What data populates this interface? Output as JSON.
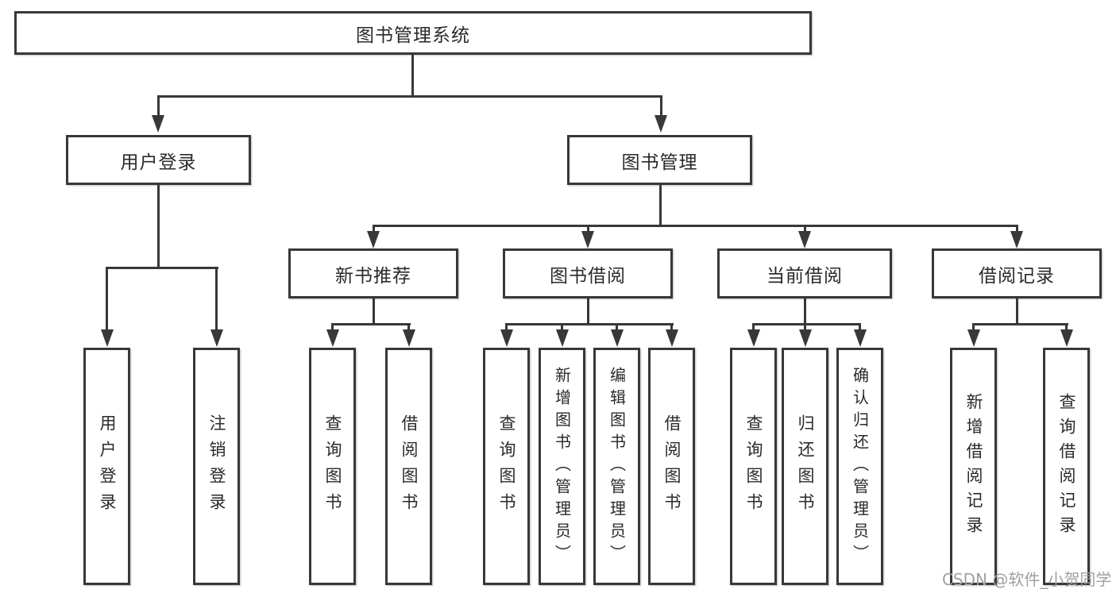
{
  "tree": {
    "root": {
      "label": "图书管理系统"
    },
    "level1": [
      {
        "label": "用户登录"
      },
      {
        "label": "图书管理"
      }
    ],
    "level2": [
      {
        "label": "新书推荐"
      },
      {
        "label": "图书借阅"
      },
      {
        "label": "当前借阅"
      },
      {
        "label": "借阅记录"
      }
    ],
    "leaves": {
      "user_login": [
        {
          "label": "用户登录"
        },
        {
          "label": "注销登录"
        }
      ],
      "new_book_recommend": [
        {
          "label": "查询图书"
        },
        {
          "label": "借阅图书"
        }
      ],
      "book_borrowing": [
        {
          "label": "查询图书"
        },
        {
          "label": "新增图书（管理员）"
        },
        {
          "label": "编辑图书（管理员）"
        },
        {
          "label": "借阅图书"
        }
      ],
      "current_borrowing": [
        {
          "label": "查询图书"
        },
        {
          "label": "归还图书"
        },
        {
          "label": "确认归还（管理员）"
        }
      ],
      "borrowing_records": [
        {
          "label": "新增借阅记录"
        },
        {
          "label": "查询借阅记录"
        }
      ]
    }
  },
  "watermark": {
    "text": "CSDN @软件_小贺同学"
  },
  "colors": {
    "line": "#383838",
    "box_border": "#383838",
    "box_fill": "#ffffff",
    "text": "#2a2a2a",
    "watermark": "#9da1a4",
    "background": "#ffffff"
  }
}
